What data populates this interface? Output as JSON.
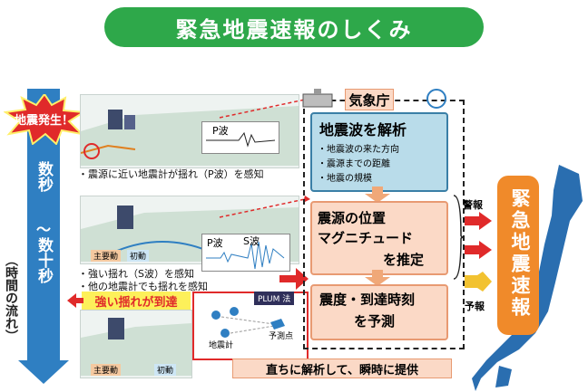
{
  "title": "緊急地震速報のしくみ",
  "timeline": {
    "burst": "地震発生！",
    "seconds": "数秒",
    "tilde": "〜",
    "tens": "数十秒",
    "flow": "（時間の流れ）"
  },
  "scene1": {
    "wave_label": "P波",
    "caption": "・震源に近い地震計が揺れ（P波）を感知"
  },
  "scene2": {
    "p_label": "P波",
    "s_label": "S波",
    "chip1": "主要動",
    "chip2": "初動",
    "caption1": "・強い揺れ（S波）を感知",
    "caption2": "・他の地震計でも揺れを感知"
  },
  "scene3": {
    "strong_banner": "強い揺れが到達",
    "plum_label": "PLUM 法",
    "seismometer": "地震計",
    "forecast_point": "予測点",
    "chip1": "主要動",
    "chip2": "初動"
  },
  "jma": {
    "label": "気象庁",
    "analyze_title": "地震波を解析",
    "items": [
      "・地震波の来た方向",
      "・震源までの距離",
      "・地震の規模"
    ],
    "estimate_line1": "震源の位置",
    "estimate_line2": "マグニチュード",
    "estimate_line3": "を推定",
    "predict_line1": "震度・到達時刻",
    "predict_line2": "を予測"
  },
  "bottom_banner": "直ちに解析して、瞬時に提供",
  "warning_label": "警報",
  "forecast_label": "予報",
  "eew_label": "緊急地震速報",
  "colors": {
    "title_green": "#2ea84a",
    "red": "#e02a2a",
    "orange": "#f08a2a",
    "blue_arrow": "#2f7fc2",
    "map_blue": "#2a6eb0"
  }
}
